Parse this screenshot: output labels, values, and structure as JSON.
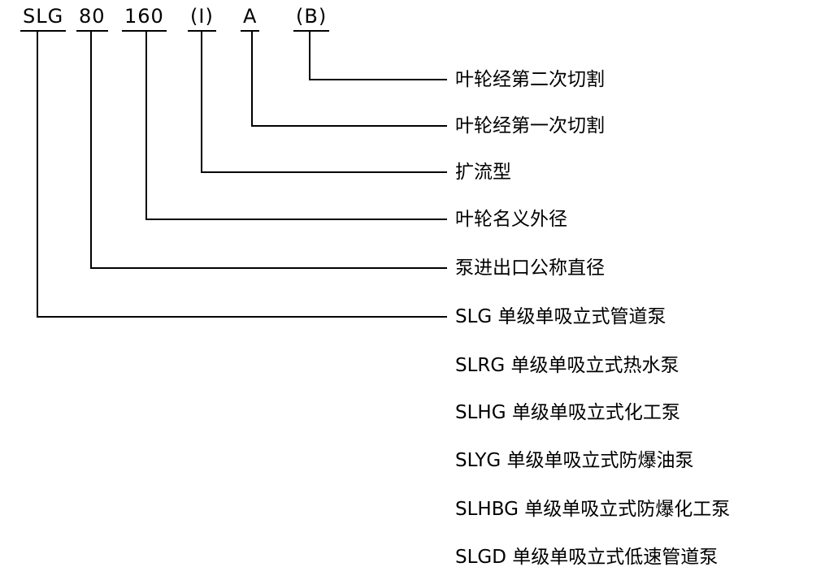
{
  "model_code": {
    "parts": [
      {
        "text": "SLG"
      },
      {
        "text": "80"
      },
      {
        "text": "160"
      },
      {
        "text": "(I)"
      },
      {
        "text": "A"
      },
      {
        "text": "(B)"
      }
    ]
  },
  "callouts": [
    {
      "code": "(B)",
      "text": "叶轮经第二次切割"
    },
    {
      "code": "A",
      "text": "叶轮经第一次切割"
    },
    {
      "code": "(I)",
      "text": "扩流型"
    },
    {
      "code": "160",
      "text": "叶轮名义外径"
    },
    {
      "code": "80",
      "text": "泵进出口公称直径"
    },
    {
      "code": "SLG",
      "text": "SLG 单级单吸立式管道泵"
    }
  ],
  "other_models": [
    {
      "text": "SLRG 单级单吸立式热水泵"
    },
    {
      "text": "SLHG 单级单吸立式化工泵"
    },
    {
      "text": "SLYG 单级单吸立式防爆油泵"
    },
    {
      "text": "SLHBG 单级单吸立式防爆化工泵"
    },
    {
      "text": "SLGD 单级单吸立式低速管道泵"
    }
  ],
  "colors": {
    "line": "#000000",
    "text": "#000000",
    "background": "#ffffff"
  }
}
